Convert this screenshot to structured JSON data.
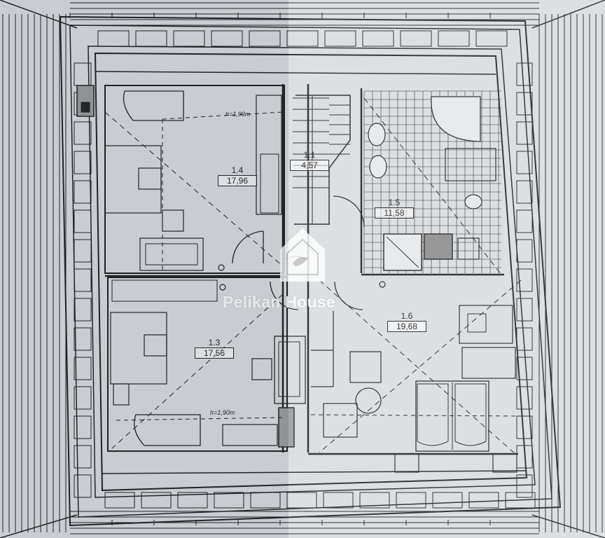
{
  "rooms": [
    {
      "id": "1.1",
      "area": "4,57"
    },
    {
      "id": "1.3",
      "area": "17,56"
    },
    {
      "id": "1.4",
      "area": "17,96"
    },
    {
      "id": "1.5",
      "area": "11,58"
    },
    {
      "id": "1.6",
      "area": "19,68"
    }
  ],
  "notes": {
    "height_top": "h=1,90m",
    "height_bottom": "h=1,90m"
  },
  "watermark": {
    "brand": "Pelikan House"
  },
  "colors": {
    "paper": "#d9dcdf",
    "ink": "#1e1e1e",
    "watermark": "#ffffff"
  }
}
